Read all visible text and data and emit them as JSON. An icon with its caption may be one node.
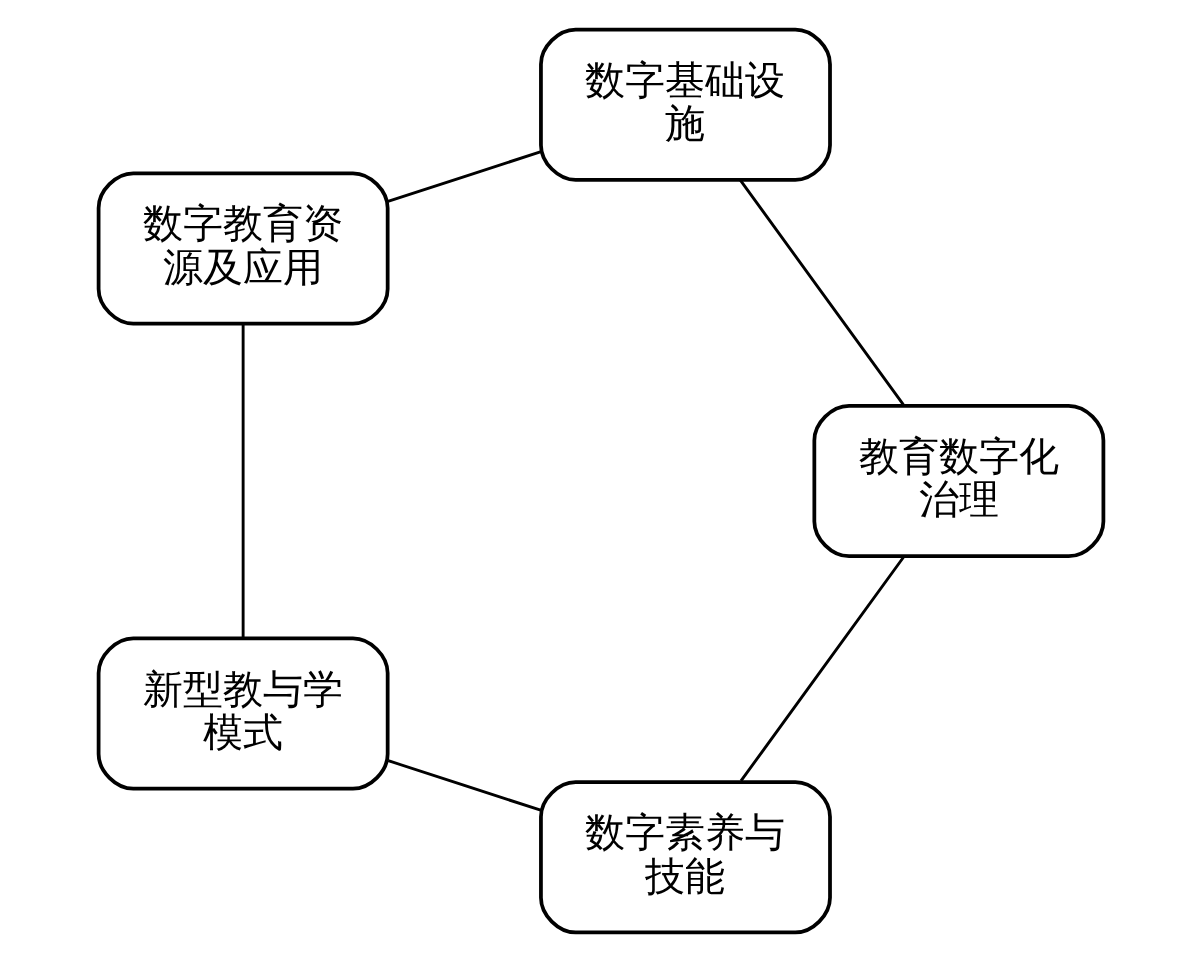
{
  "diagram": {
    "nodes": [
      {
        "text": [
          "数字素养与技能"
        ]
      },
      {
        "text": [
          "教育数字化治理"
        ]
      },
      {
        "text": [
          "新型教与学模式"
        ]
      },
      {
        "text": [
          "数字基础设施"
        ]
      },
      {
        "text": [
          "数字教育资源及应用"
        ]
      }
    ],
    "edges": [
      {
        "from": 0,
        "to": 2,
        "arrow": "none"
      },
      {
        "from": 2,
        "to": 4,
        "arrow": "none"
      },
      {
        "from": 4,
        "to": 3,
        "arrow": "none"
      },
      {
        "from": 3,
        "to": 1,
        "arrow": "none"
      },
      {
        "from": 1,
        "to": 0,
        "arrow": "none"
      }
    ]
  }
}
